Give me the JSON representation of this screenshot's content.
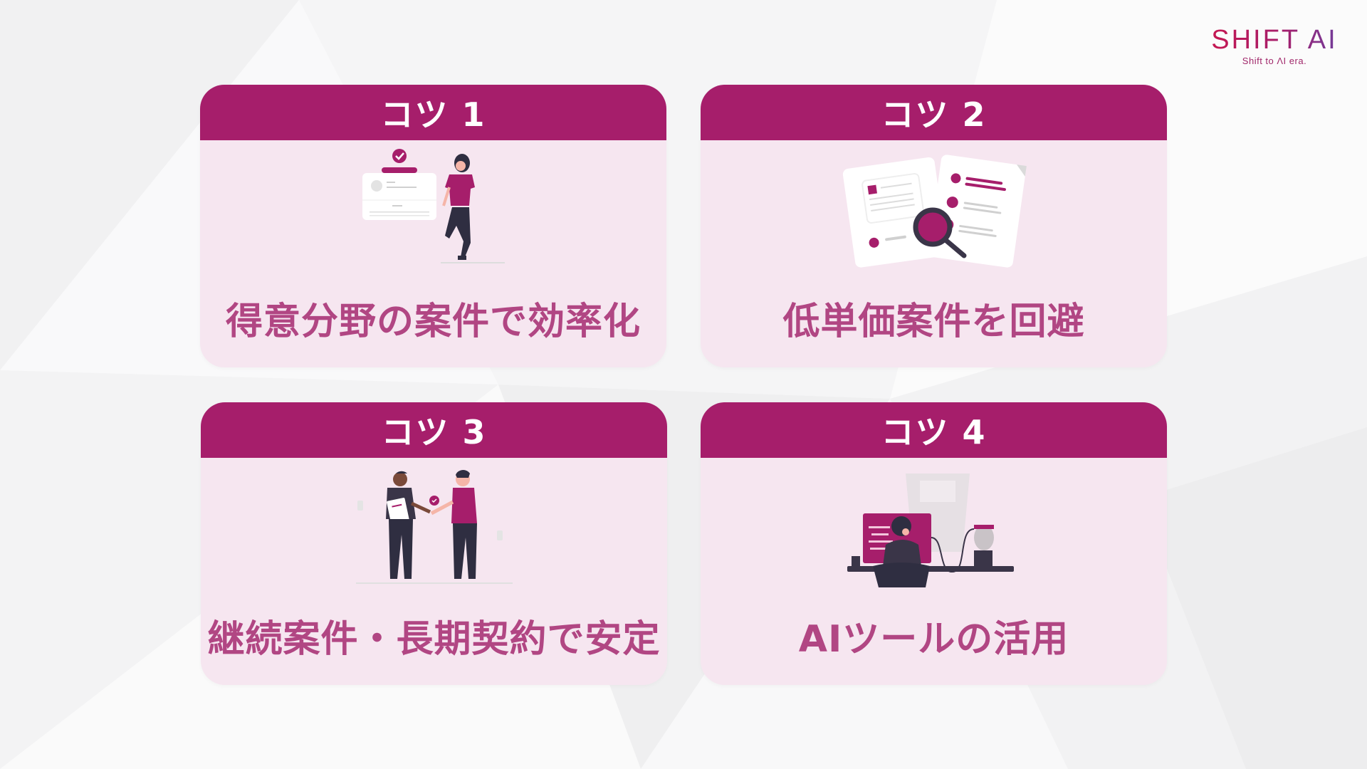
{
  "logo": {
    "title": "SHIFT AI",
    "tagline": "Shift to ΛI era."
  },
  "colors": {
    "header": "#a61e6b",
    "card_body": "#f6e6f0",
    "caption": "#b14683",
    "background": "#f6f6f7"
  },
  "cards": [
    {
      "header": "コツ 1",
      "caption": "得意分野の案件で効率化",
      "illustration": "woman-with-profile-card-illustration"
    },
    {
      "header": "コツ 2",
      "caption": "低単価案件を回避",
      "illustration": "documents-magnifier-illustration"
    },
    {
      "header": "コツ 3",
      "caption": "継続案件・長期契約で安定",
      "illustration": "handshake-illustration"
    },
    {
      "header": "コツ 4",
      "caption": "AIツールの活用",
      "illustration": "person-at-computer-ai-illustration"
    }
  ]
}
